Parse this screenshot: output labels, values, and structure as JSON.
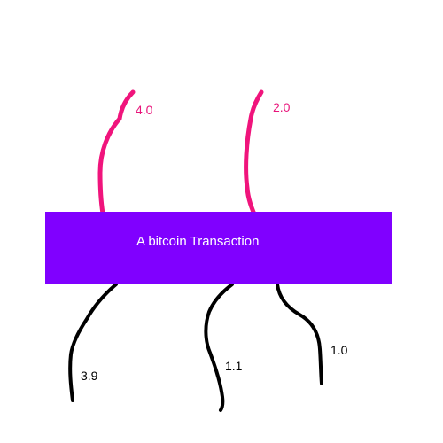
{
  "colors": {
    "background": "#ffffff",
    "transaction_box": "#8000ff",
    "transaction_text": "#ffffff",
    "input_stroke": "#f0147c",
    "input_text": "#e8147a",
    "output_stroke": "#000000",
    "output_text": "#000000"
  },
  "transaction": {
    "label": "A bitcoin Transaction"
  },
  "inputs": [
    {
      "value": "4.0"
    },
    {
      "value": "2.0"
    }
  ],
  "outputs": [
    {
      "value": "3.9"
    },
    {
      "value": "1.1"
    },
    {
      "value": "1.0"
    }
  ]
}
